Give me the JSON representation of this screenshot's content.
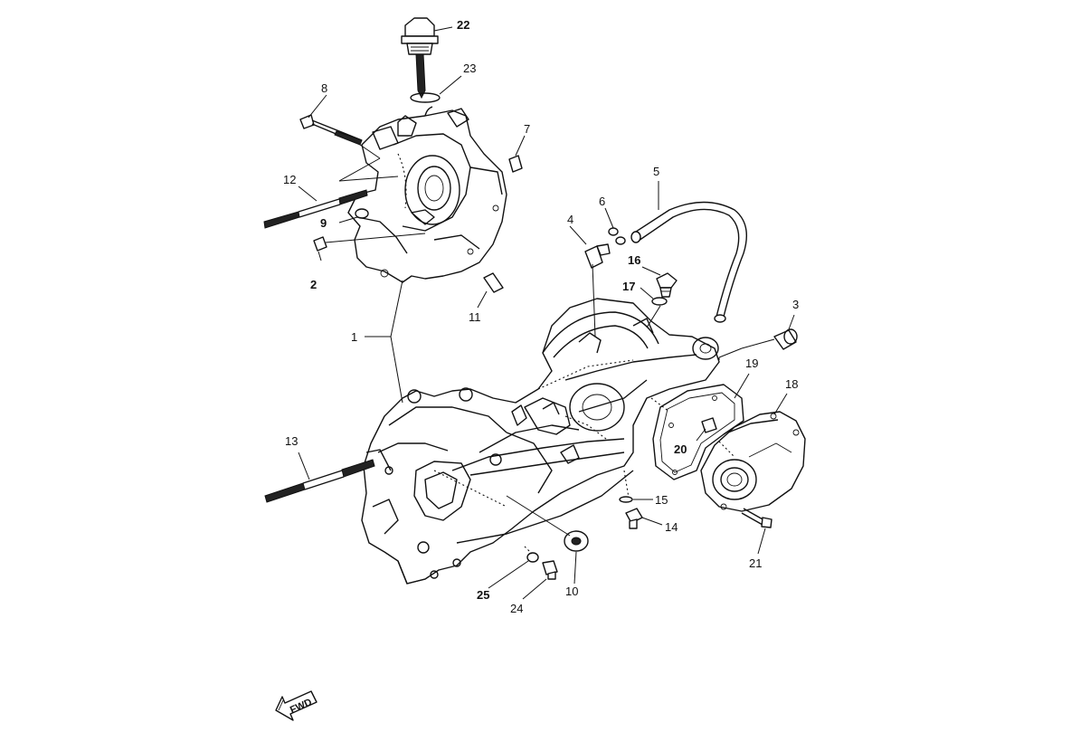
{
  "callouts": {
    "c1": "1",
    "c2": "2",
    "c3": "3",
    "c4": "4",
    "c5": "5",
    "c6": "6",
    "c7": "7",
    "c8": "8",
    "c9": "9",
    "c10": "10",
    "c11": "11",
    "c12": "12",
    "c13": "13",
    "c14": "14",
    "c15": "15",
    "c16": "16",
    "c17": "17",
    "c18": "18",
    "c19": "19",
    "c20": "20",
    "c21": "21",
    "c22": "22",
    "c23": "23",
    "c24": "24",
    "c25": "25"
  },
  "direction_marker": {
    "label": "FWD"
  }
}
